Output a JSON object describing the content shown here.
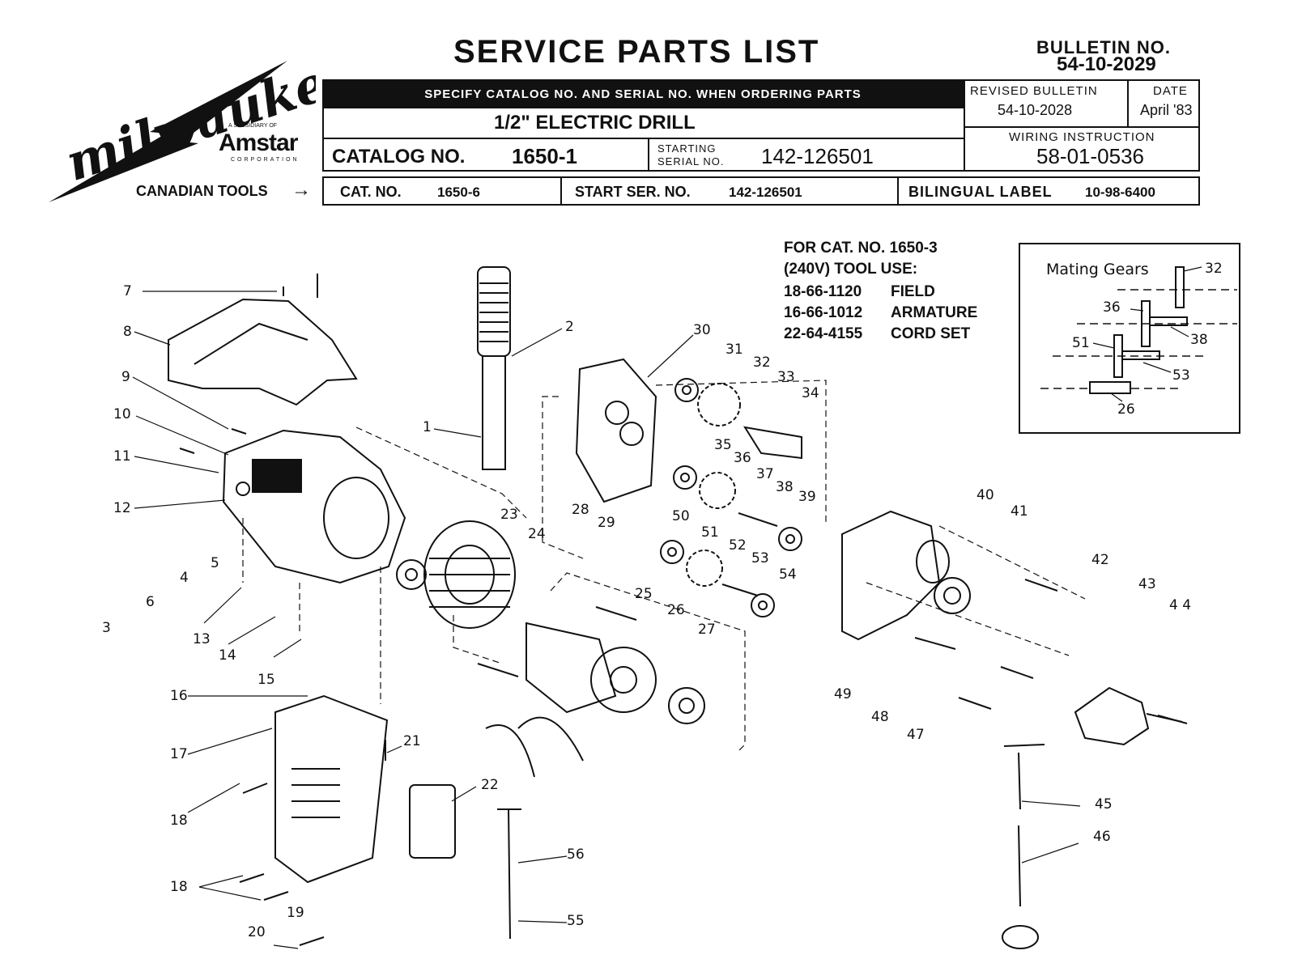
{
  "logo": {
    "brand": "milwaukee",
    "subsidiary_line": "A SUBSIDIARY OF",
    "parent": "Amstar",
    "parent_sub": "CORPORATION"
  },
  "title": "SERVICE PARTS LIST",
  "bulletin": {
    "label": "BULLETIN NO.",
    "number": "54-10-2029"
  },
  "order_note": "SPECIFY CATALOG NO. AND SERIAL NO. WHEN ORDERING PARTS",
  "product": "1/2\" ELECTRIC DRILL",
  "catalog": {
    "label": "CATALOG NO.",
    "value": "1650-1"
  },
  "starting_serial": {
    "label_line1": "STARTING",
    "label_line2": "SERIAL NO.",
    "value": "142-126501"
  },
  "revised": {
    "label": "REVISED BULLETIN",
    "value": "54-10-2028"
  },
  "date": {
    "label": "DATE",
    "value": "April '83"
  },
  "wiring": {
    "label": "WIRING INSTRUCTION",
    "value": "58-01-0536"
  },
  "canadian": {
    "label": "CANADIAN TOOLS",
    "arrow": "→",
    "cat_label": "CAT. NO.",
    "cat_value": "1650-6",
    "ser_label": "START SER. NO.",
    "ser_value": "142-126501",
    "bilingual_label": "BILINGUAL LABEL",
    "bilingual_value": "10-98-6400"
  },
  "variant_note": {
    "line1": "FOR CAT. NO. 1650-3",
    "line2": "(240V) TOOL USE:",
    "parts": [
      {
        "no": "18-66-1120",
        "name": "FIELD"
      },
      {
        "no": "16-66-1012",
        "name": "ARMATURE"
      },
      {
        "no": "22-64-4155",
        "name": "CORD SET"
      }
    ]
  },
  "mating_gears": {
    "title": "Mating Gears",
    "labels": [
      "32",
      "36",
      "38",
      "51",
      "53",
      "26"
    ]
  },
  "callouts": [
    "1",
    "2",
    "3",
    "4",
    "5",
    "6",
    "7",
    "8",
    "9",
    "10",
    "11",
    "12",
    "13",
    "14",
    "15",
    "16",
    "17",
    "18",
    "18",
    "19",
    "20",
    "21",
    "22",
    "23",
    "24",
    "25",
    "26",
    "27",
    "28",
    "29",
    "30",
    "31",
    "32",
    "33",
    "34",
    "35",
    "36",
    "37",
    "38",
    "39",
    "40",
    "41",
    "42",
    "43",
    "4 4",
    "45",
    "46",
    "47",
    "48",
    "49",
    "50",
    "51",
    "52",
    "53",
    "54",
    "55",
    "56"
  ]
}
